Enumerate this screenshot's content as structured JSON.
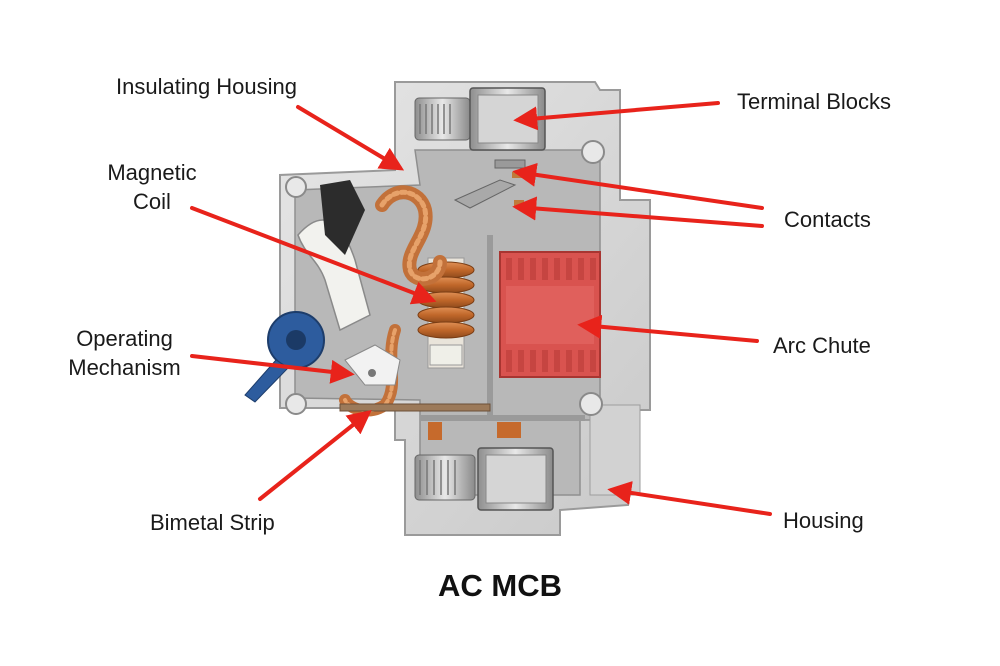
{
  "title": "AC MCB",
  "labels": {
    "insulating_housing": "Insulating Housing",
    "terminal_blocks": "Terminal Blocks",
    "magnetic_coil_line1": "Magnetic",
    "magnetic_coil_line2": "Coil",
    "contacts": "Contacts",
    "arc_chute": "Arc Chute",
    "operating_mechanism_line1": "Operating",
    "operating_mechanism_line2": "Mechanism",
    "bimetal_strip": "Bimetal Strip",
    "housing": "Housing"
  },
  "colors": {
    "arrow": "#e8231b",
    "housing": "#d9d9d9",
    "housing_dark": "#b5b5b5",
    "arc_chute": "#d9534f",
    "copper": "#c66a2c",
    "handle": "#2d5c9e"
  }
}
